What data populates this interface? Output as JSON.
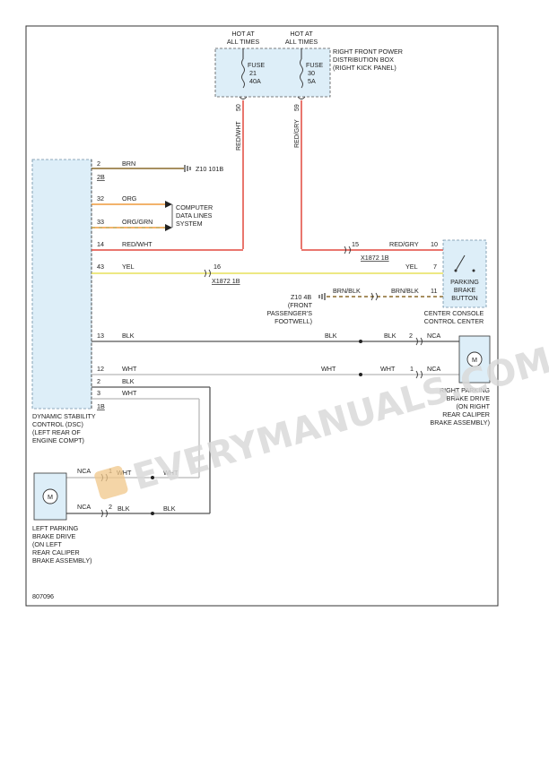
{
  "diagram_id": "807096",
  "watermark": "EVERYMANUALS.COM",
  "colors": {
    "red": "#e2483f",
    "brown": "#8a6a2c",
    "orange": "#ee9a3c",
    "yellow": "#e7e15a",
    "black": "#555555",
    "white_wire": "#b8b8b8",
    "module_fill": "#ddeef8",
    "module_border": "#6f8fa5"
  },
  "power": {
    "hot1": [
      "HOT AT",
      "ALL TIMES"
    ],
    "hot2": [
      "HOT AT",
      "ALL TIMES"
    ],
    "fuse1": [
      "FUSE",
      "21",
      "40A"
    ],
    "fuse2": [
      "FUSE",
      "30",
      "5A"
    ],
    "box_label": [
      "RIGHT FRONT POWER",
      "DISTRIBUTION BOX",
      "(RIGHT KICK PANEL)"
    ],
    "wire1_num": "50",
    "wire1_color": "RED/WHT",
    "wire2_num": "59",
    "wire2_color": "RED/GRY"
  },
  "dsc": {
    "label": [
      "DYNAMIC STABILITY",
      "CONTROL (DSC)",
      "(LEFT REAR OF",
      "ENGINE COMPT)"
    ],
    "connectors": [
      "2B",
      "1B"
    ]
  },
  "wires": {
    "w_brn": {
      "pin": "2",
      "color": "BRN",
      "ground": "Z10 101B"
    },
    "w_org": {
      "pin": "32",
      "color": "ORG"
    },
    "w_orggrn": {
      "pin": "33",
      "color": "ORG/GRN"
    },
    "cds": [
      "COMPUTER",
      "DATA LINES",
      "SYSTEM"
    ],
    "w_redwht": {
      "pin": "14",
      "color": "RED/WHT"
    },
    "w_yel": {
      "pin": "43",
      "color": "YEL",
      "inline_pin": "16",
      "connector": "X1872 1B",
      "color_right": "YEL"
    },
    "w_redgry": {
      "inline_pin": "15",
      "color": "RED/GRY",
      "connector": "X1872 1B"
    },
    "w_brnblk": {
      "color_left": "BRN/BLK",
      "color_right": "BRN/BLK",
      "ground": "Z10 4B",
      "ground_loc": [
        "(FRONT",
        "PASSENGER'S",
        "FOOTWELL)"
      ]
    },
    "w_blk13": {
      "pin": "13",
      "color": "BLK",
      "color_mid": "BLK",
      "color_right": "BLK"
    },
    "w_wht12": {
      "pin": "12",
      "color": "WHT",
      "color_mid": "WHT",
      "color_right": "WHT"
    },
    "w_blk2": {
      "pin": "2",
      "color": "BLK"
    },
    "w_wht3": {
      "pin": "3",
      "color": "WHT"
    },
    "w_left_wht": {
      "nca": "NCA",
      "pin": "1",
      "color": "WHT",
      "color_right": "WHT"
    },
    "w_left_blk": {
      "nca": "NCA",
      "pin": "2",
      "color": "BLK",
      "color_right": "BLK"
    }
  },
  "switch": {
    "label": [
      "PARKING",
      "BRAKE",
      "BUTTON"
    ],
    "pins": [
      "10",
      "7",
      "11"
    ],
    "location": [
      "CENTER CONSOLE",
      "CONTROL CENTER"
    ]
  },
  "right_motor": {
    "symbol": "M",
    "pin_blk": "2",
    "pin_wht": "1",
    "nca": "NCA",
    "label": [
      "RIGHT PARKING",
      "BRAKE DRIVE",
      "(ON RIGHT",
      "REAR CALIPER",
      "BRAKE ASSEMBLY)"
    ]
  },
  "left_motor": {
    "symbol": "M",
    "label": [
      "LEFT PARKING",
      "BRAKE DRIVE",
      "(ON LEFT",
      "REAR CALIPER",
      "BRAKE ASSEMBLY)"
    ]
  }
}
